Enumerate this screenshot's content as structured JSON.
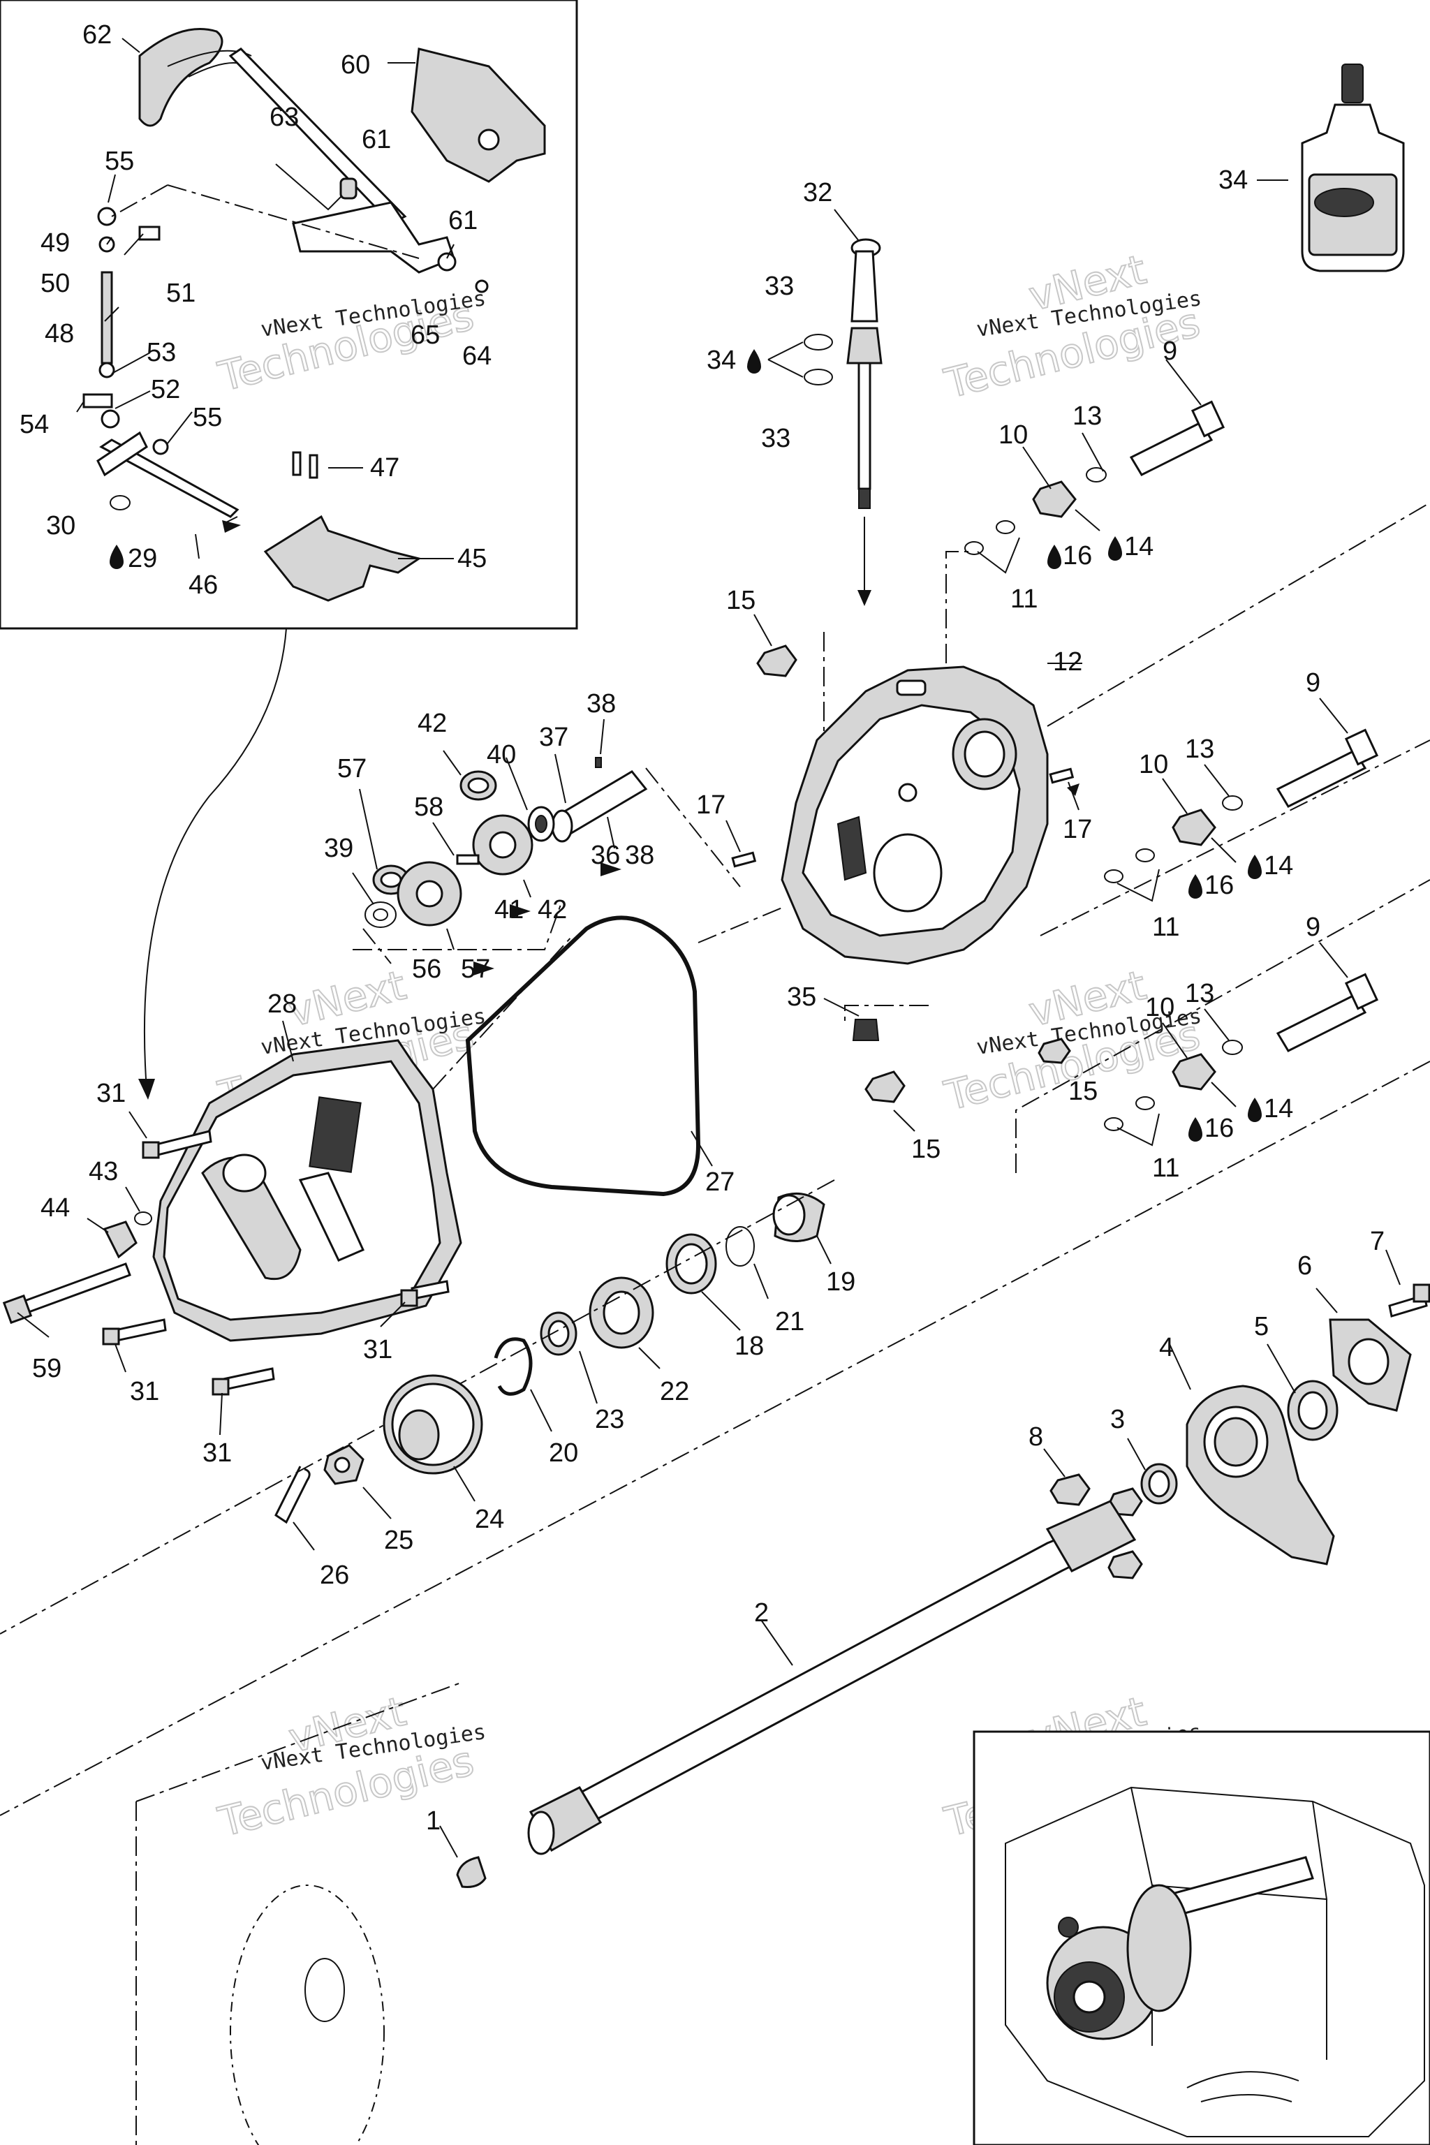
{
  "watermark": {
    "brand": "vNext Technologies",
    "line1": "vNext",
    "line2": "Technologies"
  },
  "labels": [
    {
      "id": "62",
      "text": "62"
    },
    {
      "id": "60",
      "text": "60"
    },
    {
      "id": "63",
      "text": "63"
    },
    {
      "id": "61a",
      "text": "61"
    },
    {
      "id": "55a",
      "text": "55"
    },
    {
      "id": "61b",
      "text": "61"
    },
    {
      "id": "49",
      "text": "49"
    },
    {
      "id": "50",
      "text": "50"
    },
    {
      "id": "51",
      "text": "51"
    },
    {
      "id": "48",
      "text": "48"
    },
    {
      "id": "65",
      "text": "65"
    },
    {
      "id": "64",
      "text": "64"
    },
    {
      "id": "53",
      "text": "53"
    },
    {
      "id": "52",
      "text": "52"
    },
    {
      "id": "54",
      "text": "54"
    },
    {
      "id": "55b",
      "text": "55"
    },
    {
      "id": "47",
      "text": "47"
    },
    {
      "id": "30",
      "text": "30"
    },
    {
      "id": "29",
      "text": "29"
    },
    {
      "id": "46",
      "text": "46"
    },
    {
      "id": "45",
      "text": "45"
    },
    {
      "id": "32",
      "text": "32"
    },
    {
      "id": "33a",
      "text": "33"
    },
    {
      "id": "34a",
      "text": "34"
    },
    {
      "id": "33b",
      "text": "33"
    },
    {
      "id": "34b",
      "text": "34"
    },
    {
      "id": "9a",
      "text": "9"
    },
    {
      "id": "13a",
      "text": "13"
    },
    {
      "id": "10a",
      "text": "10"
    },
    {
      "id": "16a",
      "text": "16"
    },
    {
      "id": "14a",
      "text": "14"
    },
    {
      "id": "11a",
      "text": "11"
    },
    {
      "id": "15a",
      "text": "15"
    },
    {
      "id": "12",
      "text": "12"
    },
    {
      "id": "9b",
      "text": "9"
    },
    {
      "id": "42a",
      "text": "42"
    },
    {
      "id": "38a",
      "text": "38"
    },
    {
      "id": "57a",
      "text": "57"
    },
    {
      "id": "40",
      "text": "40"
    },
    {
      "id": "37",
      "text": "37"
    },
    {
      "id": "17a",
      "text": "17"
    },
    {
      "id": "17b",
      "text": "17"
    },
    {
      "id": "13b",
      "text": "13"
    },
    {
      "id": "10b",
      "text": "10"
    },
    {
      "id": "58",
      "text": "58"
    },
    {
      "id": "39",
      "text": "39"
    },
    {
      "id": "36",
      "text": "36"
    },
    {
      "id": "38b",
      "text": "38"
    },
    {
      "id": "41",
      "text": "41"
    },
    {
      "id": "42b",
      "text": "42"
    },
    {
      "id": "16b",
      "text": "16"
    },
    {
      "id": "14b",
      "text": "14"
    },
    {
      "id": "11b",
      "text": "11"
    },
    {
      "id": "56",
      "text": "56"
    },
    {
      "id": "57b",
      "text": "57"
    },
    {
      "id": "9c",
      "text": "9"
    },
    {
      "id": "28",
      "text": "28"
    },
    {
      "id": "35",
      "text": "35"
    },
    {
      "id": "13c",
      "text": "13"
    },
    {
      "id": "10c",
      "text": "10"
    },
    {
      "id": "15b",
      "text": "15"
    },
    {
      "id": "14c",
      "text": "14"
    },
    {
      "id": "16c",
      "text": "16"
    },
    {
      "id": "31a",
      "text": "31"
    },
    {
      "id": "15c",
      "text": "15"
    },
    {
      "id": "11c",
      "text": "11"
    },
    {
      "id": "43",
      "text": "43"
    },
    {
      "id": "27",
      "text": "27"
    },
    {
      "id": "44",
      "text": "44"
    },
    {
      "id": "19",
      "text": "19"
    },
    {
      "id": "21",
      "text": "21"
    },
    {
      "id": "18",
      "text": "18"
    },
    {
      "id": "7",
      "text": "7"
    },
    {
      "id": "6",
      "text": "6"
    },
    {
      "id": "59",
      "text": "59"
    },
    {
      "id": "31b",
      "text": "31"
    },
    {
      "id": "31c",
      "text": "31"
    },
    {
      "id": "22",
      "text": "22"
    },
    {
      "id": "23",
      "text": "23"
    },
    {
      "id": "5",
      "text": "5"
    },
    {
      "id": "4",
      "text": "4"
    },
    {
      "id": "20",
      "text": "20"
    },
    {
      "id": "31d",
      "text": "31"
    },
    {
      "id": "8",
      "text": "8"
    },
    {
      "id": "3",
      "text": "3"
    },
    {
      "id": "24",
      "text": "24"
    },
    {
      "id": "25",
      "text": "25"
    },
    {
      "id": "26",
      "text": "26"
    },
    {
      "id": "2",
      "text": "2"
    },
    {
      "id": "1",
      "text": "1"
    }
  ]
}
